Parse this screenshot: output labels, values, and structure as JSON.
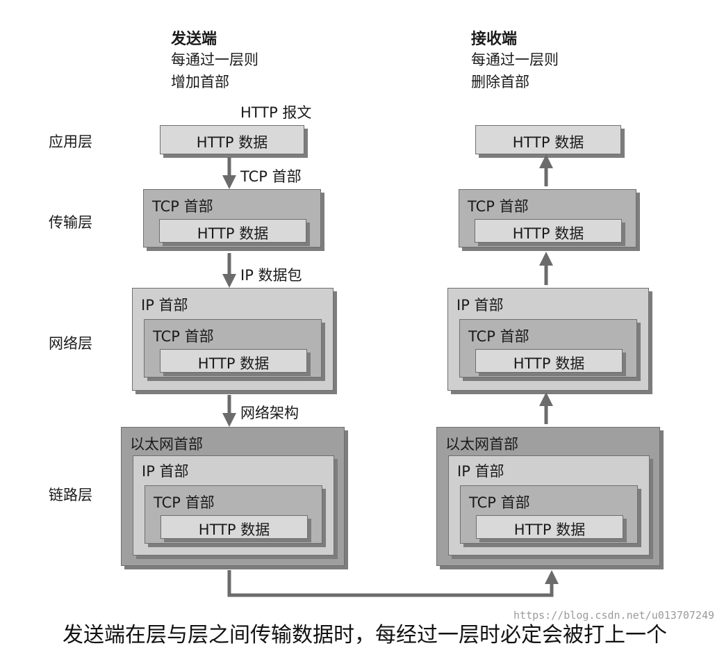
{
  "sender": {
    "title": "发送端",
    "line1": "每通过一层则",
    "line2": "增加首部"
  },
  "receiver": {
    "title": "接收端",
    "line1": "每通过一层则",
    "line2": "删除首部"
  },
  "layers": {
    "application": "应用层",
    "transport": "传输层",
    "network": "网络层",
    "link": "链路层"
  },
  "packet_labels": {
    "http_message": "HTTP 报文",
    "tcp_header": "TCP 首部",
    "ip_packet": "IP 数据包",
    "network_frame": "网络架构"
  },
  "headers": {
    "http_data": "HTTP 数据",
    "tcp": "TCP 首部",
    "ip": "IP 首部",
    "ethernet": "以太网首部"
  },
  "caption": "发送端在层与层之间传输数据时，每经过一层时必定会被打上一个",
  "watermark": "https://blog.csdn.net/u013707249",
  "colors": {
    "http_box": "#d9d9d9",
    "tcp_box": "#b3b3b3",
    "ip_box": "#cfcfcf",
    "ethernet_box": "#9f9f9f",
    "arrow": "#6b6b6b"
  }
}
